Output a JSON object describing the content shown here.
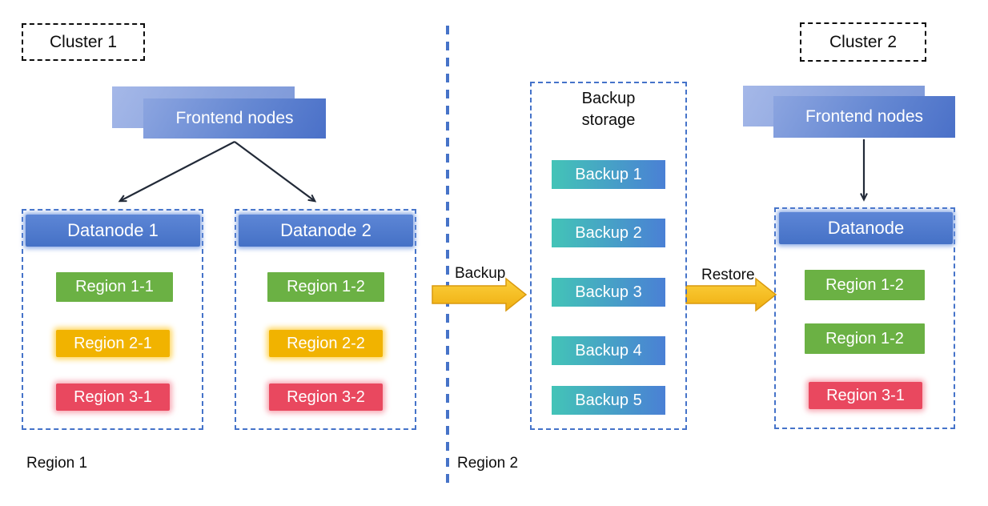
{
  "clusters": {
    "cluster1": {
      "label": "Cluster 1",
      "frontend_label": "Frontend nodes",
      "datanodes": [
        {
          "title": "Datanode 1",
          "regions": [
            {
              "label": "Region 1-1",
              "color": "green"
            },
            {
              "label": "Region 2-1",
              "color": "yellow"
            },
            {
              "label": "Region 3-1",
              "color": "red"
            }
          ]
        },
        {
          "title": "Datanode 2",
          "regions": [
            {
              "label": "Region 1-2",
              "color": "green"
            },
            {
              "label": "Region 2-2",
              "color": "yellow"
            },
            {
              "label": "Region 3-2",
              "color": "red"
            }
          ]
        }
      ]
    },
    "cluster2": {
      "label": "Cluster 2",
      "frontend_label": "Frontend nodes",
      "datanode": {
        "title": "Datanode",
        "regions": [
          {
            "label": "Region 1-2",
            "color": "green"
          },
          {
            "label": "Region 1-2",
            "color": "green"
          },
          {
            "label": "Region 3-1",
            "color": "red"
          }
        ]
      }
    }
  },
  "backup_storage": {
    "title": "Backup storage",
    "items": [
      "Backup 1",
      "Backup 2",
      "Backup 3",
      "Backup 4",
      "Backup 5"
    ]
  },
  "flows": {
    "backup_label": "Backup",
    "restore_label": "Restore"
  },
  "region_zones": {
    "region1": "Region 1",
    "region2": "Region 2"
  },
  "colors": {
    "node_blue": "#4a76cb",
    "frontend_blue_light": "#8ca5e0",
    "frontend_blue_dark": "#4a70c8",
    "region_green": "#6bb144",
    "region_yellow": "#f1b300",
    "region_red": "#e9485f",
    "backup_gradient_teal": "#43c4b7",
    "backup_gradient_blue": "#4a80d5",
    "flow_arrow_yellow": "#f7bb12",
    "dashed_border_blue": "#4573c9"
  }
}
